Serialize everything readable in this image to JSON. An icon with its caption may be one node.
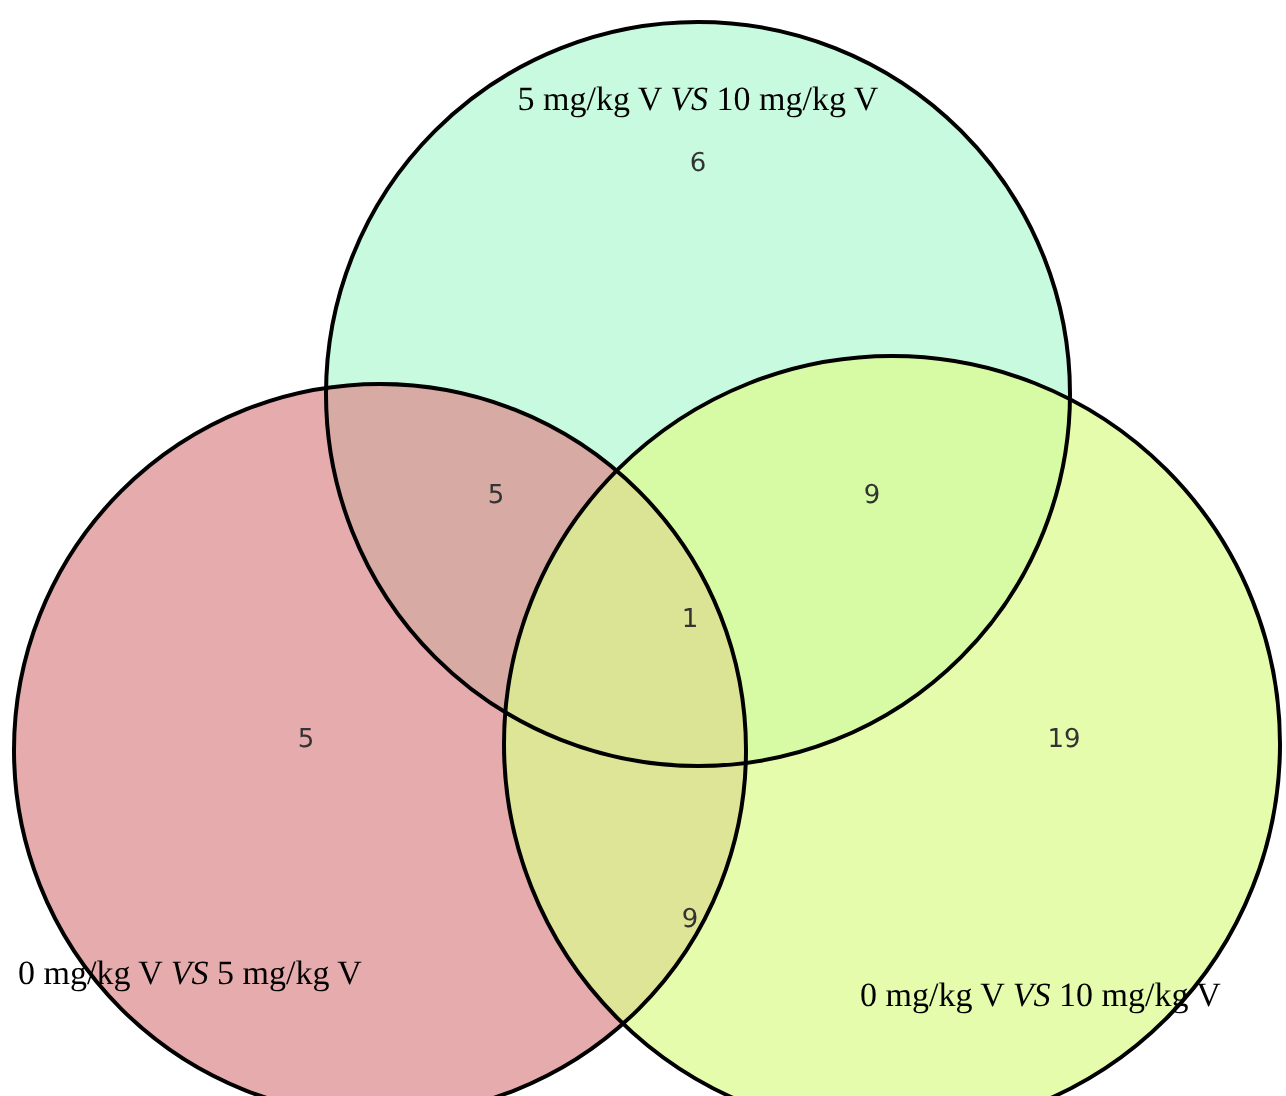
{
  "diagram": {
    "nodes": [
      {
        "text": [
          "5 mg/kg V *VS* 10 mg/kg V"
        ]
      },
      {
        "text": [
          "0 mg/kg V *VS* 5 mg/kg V"
        ]
      },
      {
        "text": [
          "0 mg/kg V *VS* 10 mg/kg V"
        ]
      }
    ],
    "labels": [
      "6",
      "5",
      "9",
      "1",
      "5",
      "19",
      "9"
    ]
  }
}
